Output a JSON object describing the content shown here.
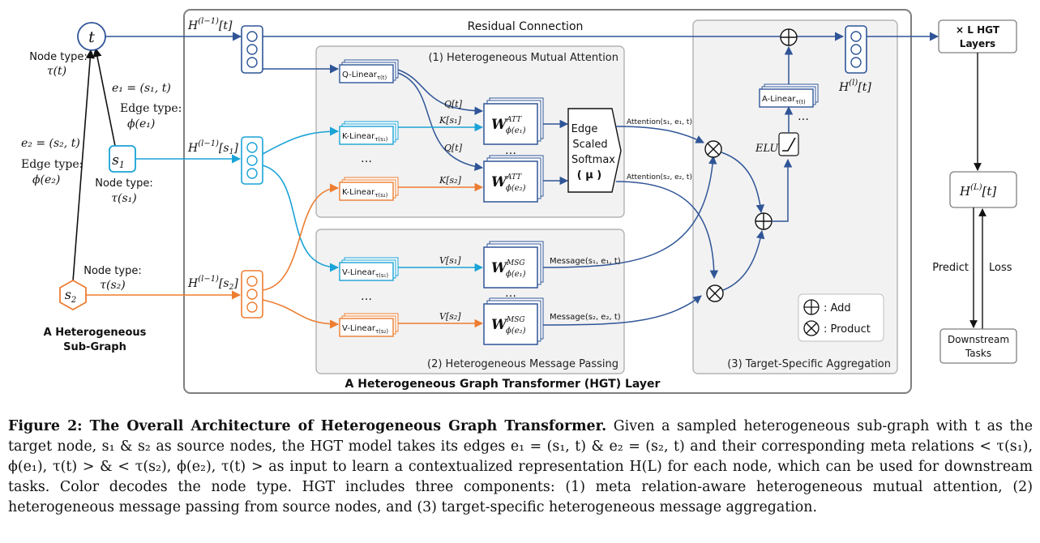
{
  "graph": {
    "node_t": "t",
    "node_s1": "s",
    "node_s2": "s",
    "node_type_t_label": "Node type:",
    "node_type_t_value": "τ(t)",
    "e1_def": "e₁ = (s₁, t)",
    "edge_type_e1_label": "Edge type:",
    "edge_type_e1_value": "ϕ(e₁)",
    "e2_def": "e₂ = (s₂, t)",
    "edge_type_e2_label": "Edge type:",
    "edge_type_e2_value": "ϕ(e₂)",
    "node_type_s1_label": "Node type:",
    "node_type_s1_value": "τ(s₁)",
    "node_type_s2_label": "Node type:",
    "node_type_s2_value": "τ(s₂)",
    "title_line1": "A Heterogeneous",
    "title_line2": "Sub-Graph"
  },
  "layer": {
    "title": "A Heterogeneous Graph Transformer (HGT) Layer",
    "residual": "Residual Connection",
    "h_t": "H(l−1)[t]",
    "h_s1": "H(l−1)[s₁]",
    "h_s2": "H(l−1)[s₂]",
    "attention": {
      "title": "(1) Heterogeneous Mutual Attention",
      "q_linear": "Q-Linear",
      "q_sub": "τ(t)",
      "k1_linear": "K-Linear",
      "k1_sub": "τ(s₁)",
      "k2_linear": "K-Linear",
      "k2_sub": "τ(s₂)",
      "q_t": "Q[t]",
      "k_s1": "K[s₁]",
      "k_s2": "K[s₂]",
      "w_att": "W",
      "w_att_sup": "ATT",
      "w_att_sub1": "ϕ(e₁)",
      "w_att_sub2": "ϕ(e₂)",
      "softmax_line1": "Edge",
      "softmax_line2": "Scaled",
      "softmax_line3": "Softmax",
      "softmax_line4": "( μ )",
      "att_out1": "Attention(s₁, e₁, t)",
      "att_out2": "Attention(s₂, e₂, t)",
      "ellipsis": "…"
    },
    "message": {
      "title": "(2) Heterogeneous Message Passing",
      "v1_linear": "V-Linear",
      "v1_sub": "τ(s₁)",
      "v2_linear": "V-Linear",
      "v2_sub": "τ(s₂)",
      "v_s1": "V[s₁]",
      "v_s2": "V[s₂]",
      "w_msg": "W",
      "w_msg_sup": "MSG",
      "w_msg_sub1": "ϕ(e₁)",
      "w_msg_sub2": "ϕ(e₂)",
      "msg_out1": "Message(s₁, e₁, t)",
      "msg_out2": "Message(s₂, e₂, t)",
      "ellipsis": "…"
    },
    "aggregation": {
      "title": "(3) Target-Specific Aggregation",
      "a_linear": "A-Linear",
      "a_sub": "τ(t)",
      "elu": "ELU",
      "h_out": "H(l)[t]",
      "legend_add": ": Add",
      "legend_product": ": Product",
      "ellipsis": "…"
    }
  },
  "right": {
    "layers_line1": "× L HGT",
    "layers_line2": "Layers",
    "h_final": "H(L)[t]",
    "predict": "Predict",
    "loss": "Loss",
    "downstream_line1": "Downstream",
    "downstream_line2": "Tasks"
  },
  "caption": {
    "bold": "Figure 2: The Overall Architecture of Heterogeneous Graph Transformer.",
    "text": " Given a sampled heterogeneous sub-graph with t as the target node, s₁ & s₂ as source nodes, the HGT model takes its edges e₁ = (s₁, t) & e₂ = (s₂, t) and their corresponding meta relations < τ(s₁), ϕ(e₁), τ(t) > & < τ(s₂), ϕ(e₂), τ(t) > as input to learn a contextualized representation H(L) for each node, which can be used for downstream tasks. Color decodes the node type. HGT includes three components: (1) meta relation-aware heterogeneous mutual attention, (2) heterogeneous message passing from source nodes, and (3) target-specific heterogeneous message aggregation."
  },
  "colors": {
    "target": "#2f5597",
    "source1": "#1aa3d6",
    "source2": "#ed7d31",
    "panel": "#f2f2f2",
    "panel_border": "#a6a6a6",
    "dark": "#111111"
  }
}
